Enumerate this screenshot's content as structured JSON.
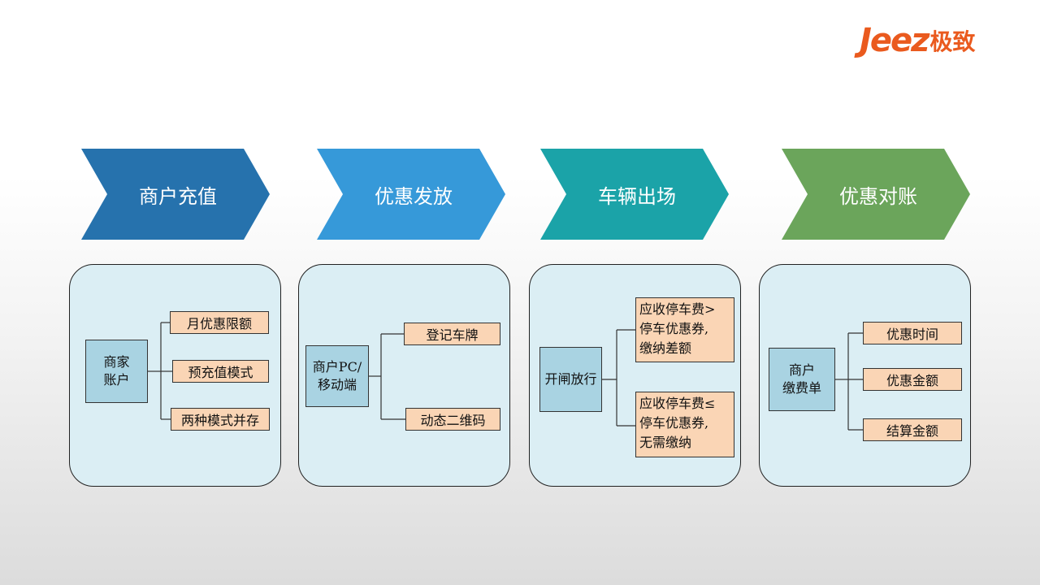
{
  "logo": {
    "latin": "Jeez",
    "cn": "极致"
  },
  "colors": {
    "step1": "#2672ad",
    "step2": "#3699d9",
    "step3": "#1ba3a8",
    "step4": "#6ba55b",
    "accent": "#ea5a1e"
  },
  "steps": [
    {
      "title": "商户充值",
      "main": "商家账户",
      "main_lines": [
        "商家",
        "账户"
      ],
      "options": [
        "月优惠限额",
        "预充值模式",
        "两种模式并存"
      ]
    },
    {
      "title": "优惠发放",
      "main": "商户PC/移动端",
      "main_lines": [
        "商户PC/",
        "移动端"
      ],
      "options": [
        "登记车牌",
        "动态二维码"
      ]
    },
    {
      "title": "车辆出场",
      "main": "开闸放行",
      "main_lines": [
        "开闸放行"
      ],
      "options": [
        {
          "lines": [
            "应收停车费>",
            "停车优惠券,",
            "缴纳差额"
          ]
        },
        {
          "lines": [
            "应收停车费≤",
            "停车优惠券,",
            "无需缴纳"
          ]
        }
      ]
    },
    {
      "title": "优惠对账",
      "main": "商户缴费单",
      "main_lines": [
        "商户",
        "缴费单"
      ],
      "options": [
        "优惠时间",
        "优惠金额",
        "结算金额"
      ]
    }
  ]
}
